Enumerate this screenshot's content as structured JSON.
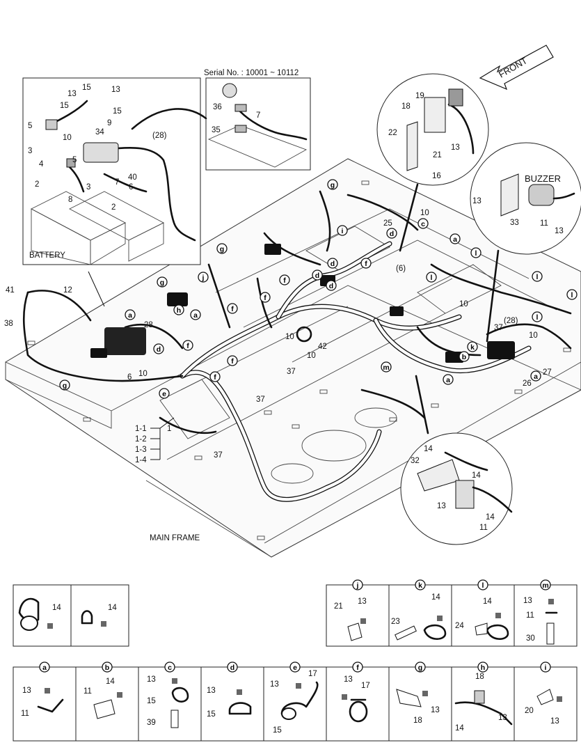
{
  "serial": "Serial No. : 10001 ~ 10112",
  "front": "FRONT",
  "battery": "BATTERY",
  "buzzer": "BUZZER",
  "main_frame": "MAIN FRAME",
  "sub_labels": [
    "1-1",
    "1-2",
    "1-3",
    "1-4"
  ],
  "letters": [
    "a",
    "b",
    "c",
    "d",
    "e",
    "f",
    "g",
    "h",
    "i",
    "j",
    "k",
    "l",
    "m"
  ],
  "battery_callouts": [
    "13",
    "15",
    "13",
    "15",
    "15",
    "5",
    "9",
    "10",
    "34",
    "3",
    "5",
    "4",
    "40",
    "(28)",
    "2",
    "3",
    "7",
    "6",
    "8",
    "2"
  ],
  "serial_callouts": [
    "36",
    "7",
    "35"
  ],
  "bracket_callouts": [
    "19",
    "18",
    "22",
    "21",
    "13",
    "16"
  ],
  "buzzer_callouts": [
    "13",
    "33",
    "11",
    "13"
  ],
  "lower_detail_callouts": [
    "14",
    "32",
    "14",
    "13",
    "14",
    "11"
  ],
  "main_callouts": [
    "41",
    "12",
    "38",
    "28",
    "6",
    "10",
    "1",
    "37",
    "37",
    "37",
    "10",
    "42",
    "10",
    "25",
    "(6)",
    "10",
    "10",
    "37",
    "(28)",
    "10",
    "27",
    "26"
  ],
  "panels_top_plain": [
    {
      "callouts": [
        "14"
      ]
    },
    {
      "callouts": [
        "14"
      ]
    }
  ],
  "panels_top": [
    {
      "letter": "j",
      "callouts": [
        "21",
        "13"
      ]
    },
    {
      "letter": "k",
      "callouts": [
        "14",
        "23"
      ]
    },
    {
      "letter": "l",
      "callouts": [
        "14",
        "24"
      ]
    },
    {
      "letter": "m",
      "callouts": [
        "13",
        "11",
        "30"
      ]
    }
  ],
  "panels_bottom": [
    {
      "letter": "a",
      "callouts": [
        "13",
        "11"
      ]
    },
    {
      "letter": "b",
      "callouts": [
        "14",
        "11"
      ]
    },
    {
      "letter": "c",
      "callouts": [
        "13",
        "15",
        "39"
      ]
    },
    {
      "letter": "d",
      "callouts": [
        "13",
        "15"
      ]
    },
    {
      "letter": "e",
      "callouts": [
        "13",
        "17",
        "15"
      ]
    },
    {
      "letter": "f",
      "callouts": [
        "13",
        "17"
      ]
    },
    {
      "letter": "g",
      "callouts": [
        "18",
        "13"
      ]
    },
    {
      "letter": "h",
      "callouts": [
        "18",
        "14",
        "13"
      ]
    },
    {
      "letter": "i",
      "callouts": [
        "20",
        "13"
      ]
    }
  ]
}
